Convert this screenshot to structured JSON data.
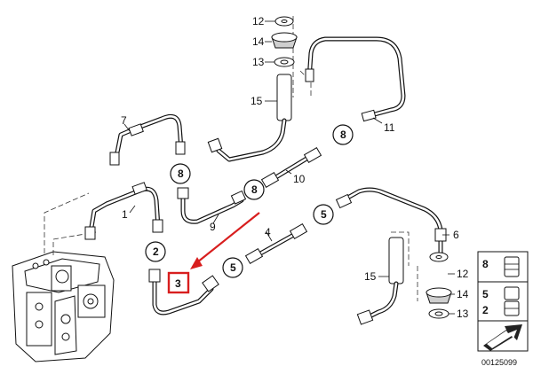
{
  "diagram": {
    "callouts": {
      "n12_top": "12",
      "n14_top": "14",
      "n13_top": "13",
      "n15_top": "15",
      "n11": "11",
      "n7": "7",
      "n8_a": "8",
      "n8_b": "8",
      "n8_c": "8",
      "n10": "10",
      "n1": "1",
      "n9": "9",
      "n2": "2",
      "n3": "3",
      "n4": "4",
      "n5_a": "5",
      "n5_b": "5",
      "n6": "6",
      "n15_bot": "15",
      "n12_bot": "12",
      "n14_bot": "14",
      "n13_bot": "13"
    },
    "legend": {
      "row1": "8",
      "row2a": "5",
      "row2b": "2"
    },
    "diagram_id": "00125099",
    "highlight_color": "#d81e1e"
  }
}
